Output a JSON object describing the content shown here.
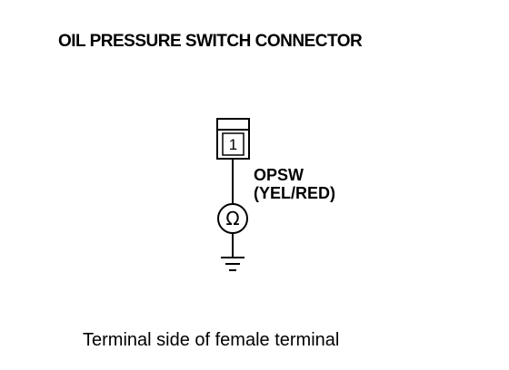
{
  "title": "OIL PRESSURE SWITCH CONNECTOR",
  "connector": {
    "pin_number": "1"
  },
  "wire": {
    "name": "OPSW",
    "color": "(YEL/RED)"
  },
  "sensor": {
    "symbol": "Ω"
  },
  "caption": "Terminal side of female terminal"
}
